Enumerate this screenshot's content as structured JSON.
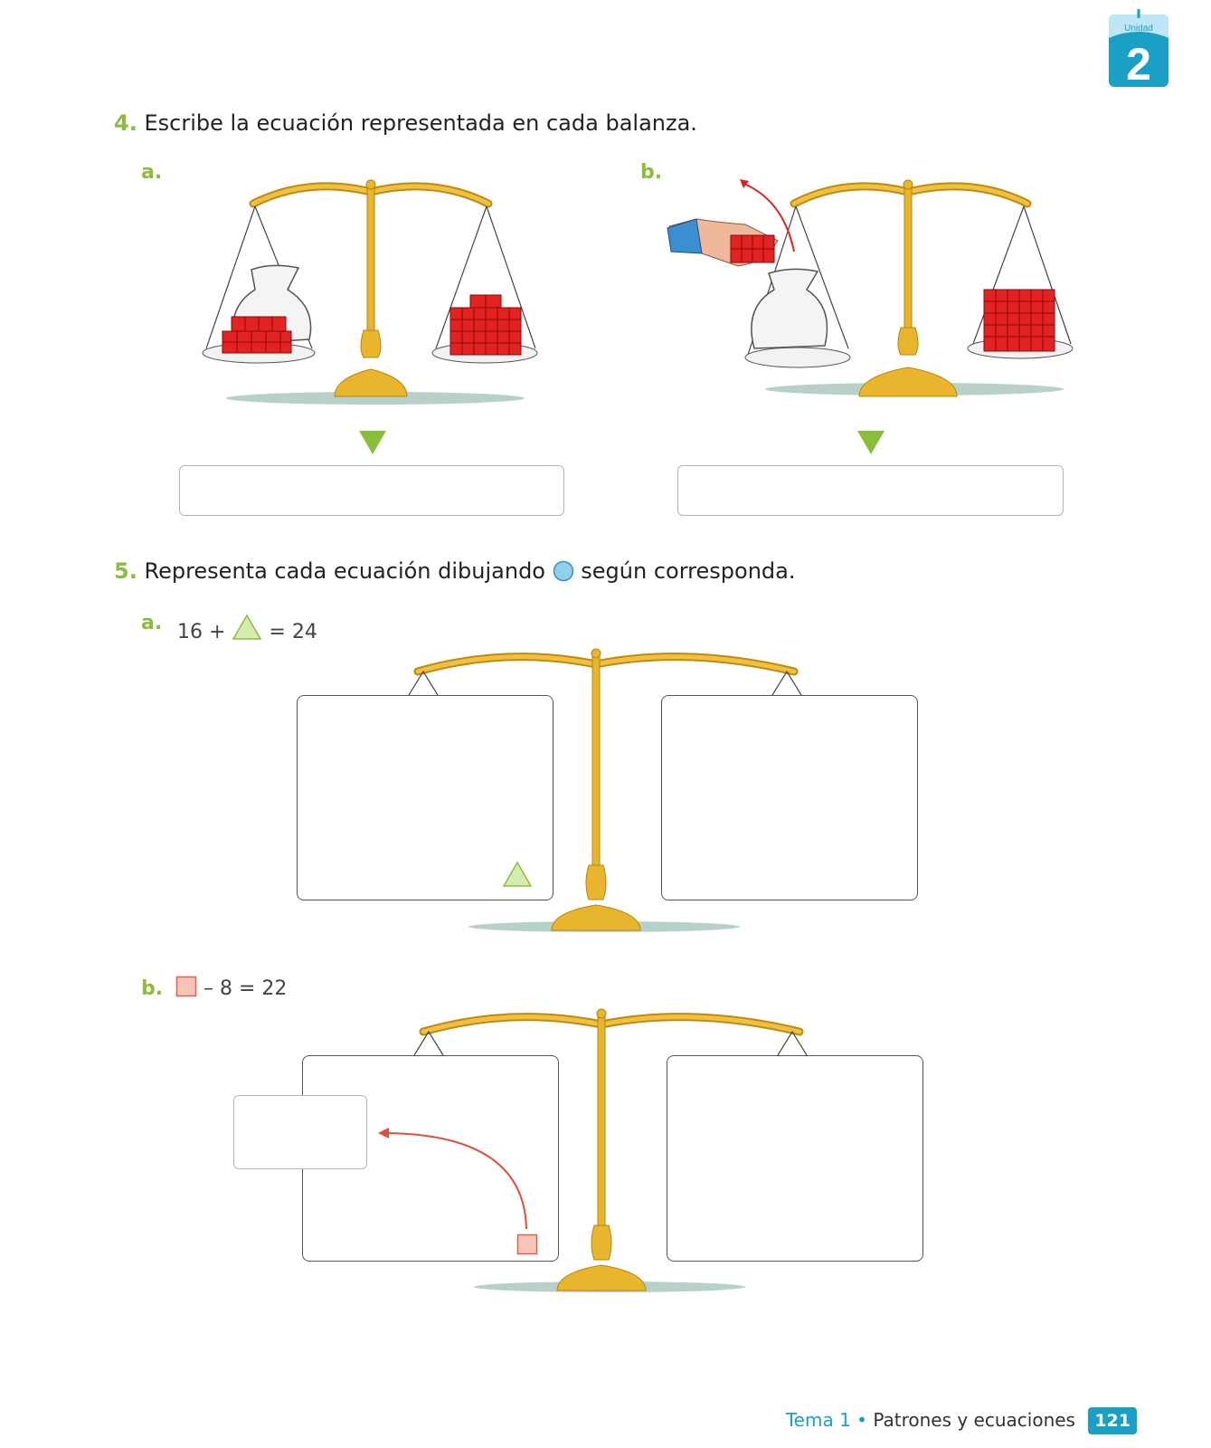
{
  "header": {
    "unit_label": "Unidad",
    "unit_number": "2"
  },
  "q4": {
    "number": "4.",
    "text": "Escribe la ecuación representada en cada balanza.",
    "items": [
      {
        "label": "a."
      },
      {
        "label": "b."
      }
    ]
  },
  "q5": {
    "number": "5.",
    "text_before": "Representa cada ecuación dibujando",
    "text_after": "según corresponda.",
    "a": {
      "label": "a.",
      "left": "16 +",
      "right": "= 24"
    },
    "b": {
      "label": "b.",
      "right": "– 8 = 22"
    }
  },
  "footer": {
    "topic": "Tema 1",
    "separator": "•",
    "subtitle": "Patrones y ecuaciones",
    "page": "121"
  },
  "colors": {
    "accent_green": "#8bbd3c",
    "accent_blue": "#1aa0c4",
    "gold": "#e8b52c",
    "cube_red": "#e32222",
    "circle_blue": "#8fd0ea",
    "triangle_green": "#d6ecae",
    "square_pink": "#f7c5b8"
  }
}
